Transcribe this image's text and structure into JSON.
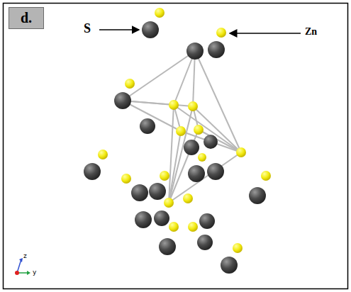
{
  "diagram": {
    "nodes": [
      {
        "text": [
          "d."
        ]
      }
    ],
    "labels": [
      "S",
      "Zn",
      "z",
      "y"
    ]
  }
}
